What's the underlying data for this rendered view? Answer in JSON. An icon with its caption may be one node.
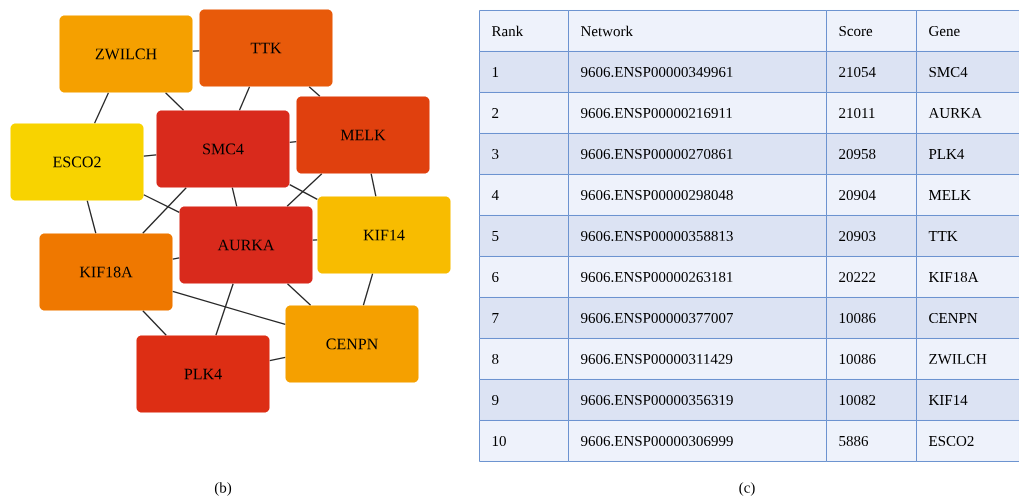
{
  "diagram": {
    "nodes": [
      {
        "text": [
          "ZWILCH"
        ]
      },
      {
        "text": [
          "TTK"
        ]
      },
      {
        "text": [
          "ESCO2"
        ]
      },
      {
        "text": [
          "SMC4"
        ]
      },
      {
        "text": [
          "MELK"
        ]
      },
      {
        "text": [
          "AURKA"
        ]
      },
      {
        "text": [
          "KIF14"
        ]
      },
      {
        "text": [
          "KIF18A"
        ]
      },
      {
        "text": [
          "CENPN"
        ]
      },
      {
        "text": [
          "PLK4"
        ]
      }
    ],
    "edges": [
      {
        "from": 0,
        "to": 1,
        "arrow": "none"
      },
      {
        "from": 0,
        "to": 2,
        "arrow": "none"
      },
      {
        "from": 0,
        "to": 3,
        "arrow": "none"
      },
      {
        "from": 1,
        "to": 3,
        "arrow": "none"
      },
      {
        "from": 1,
        "to": 4,
        "arrow": "none"
      },
      {
        "from": 2,
        "to": 3,
        "arrow": "none"
      },
      {
        "from": 2,
        "to": 5,
        "arrow": "none"
      },
      {
        "from": 2,
        "to": 7,
        "arrow": "none"
      },
      {
        "from": 3,
        "to": 4,
        "arrow": "none"
      },
      {
        "from": 3,
        "to": 5,
        "arrow": "none"
      },
      {
        "from": 3,
        "to": 6,
        "arrow": "none"
      },
      {
        "from": 3,
        "to": 7,
        "arrow": "none"
      },
      {
        "from": 4,
        "to": 5,
        "arrow": "none"
      },
      {
        "from": 4,
        "to": 6,
        "arrow": "none"
      },
      {
        "from": 5,
        "to": 6,
        "arrow": "none"
      },
      {
        "from": 5,
        "to": 7,
        "arrow": "none"
      },
      {
        "from": 5,
        "to": 8,
        "arrow": "none"
      },
      {
        "from": 5,
        "to": 9,
        "arrow": "none"
      },
      {
        "from": 6,
        "to": 8,
        "arrow": "none"
      },
      {
        "from": 7,
        "to": 8,
        "arrow": "none"
      },
      {
        "from": 7,
        "to": 9,
        "arrow": "none"
      },
      {
        "from": 8,
        "to": 9,
        "arrow": "none"
      }
    ],
    "labels": [
      "Rank",
      "Network",
      "Score",
      "Gene",
      "1",
      "9606.ENSP00000349961",
      "21054",
      "SMC4",
      "2",
      "9606.ENSP00000216911",
      "21011",
      "AURKA",
      "3",
      "9606.ENSP00000270861",
      "20958",
      "PLK4",
      "4",
      "9606.ENSP00000298048",
      "20904",
      "MELK",
      "5",
      "9606.ENSP00000358813",
      "20903",
      "TTK",
      "6",
      "9606.ENSP00000263181",
      "20222",
      "KIF18A",
      "7",
      "9606.ENSP00000377007",
      "10086",
      "CENPN",
      "8",
      "9606.ENSP00000311429",
      "10086",
      "ZWILCH",
      "9",
      "9606.ENSP00000356319",
      "10082",
      "KIF14",
      "10",
      "9606.ENSP00000306999",
      "5886",
      "ESCO2",
      "(b)",
      "(c)"
    ]
  }
}
